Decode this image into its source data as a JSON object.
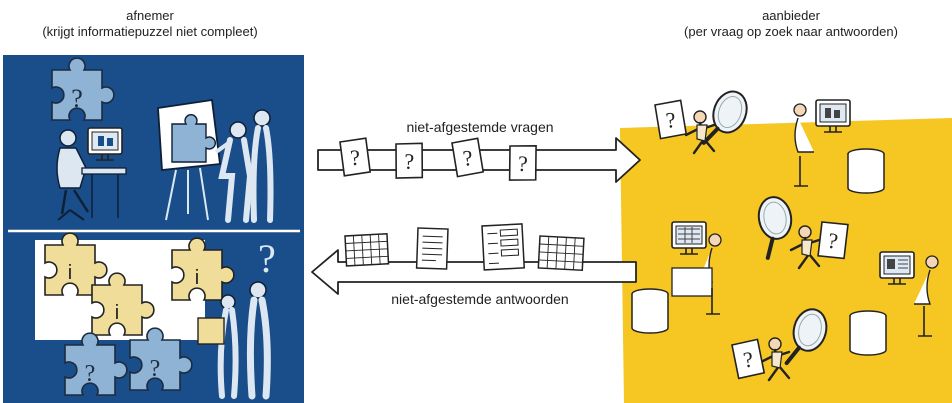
{
  "left_party": {
    "title": "afnemer",
    "subtitle": "(krijgt informatiepuzzel niet compleet)"
  },
  "right_party": {
    "title": "aanbieder",
    "subtitle": "(per vraag op zoek naar antwoorden)"
  },
  "arrow_questions": {
    "label": "niet-afgestemde vragen"
  },
  "arrow_answers": {
    "label": "niet-afgestemde antwoorden"
  },
  "colors": {
    "left_panel": "#1a4e8a",
    "right_panel": "#f6c623",
    "puzzle": "#f1dd9a",
    "puzzle_blue": "#8fb3d4"
  },
  "icons": [
    "question-sheet-icon",
    "table-sheet-icon",
    "list-sheet-icon",
    "form-sheet-icon",
    "puzzle-piece-icon",
    "magnifier-icon",
    "computer-icon",
    "database-icon"
  ]
}
